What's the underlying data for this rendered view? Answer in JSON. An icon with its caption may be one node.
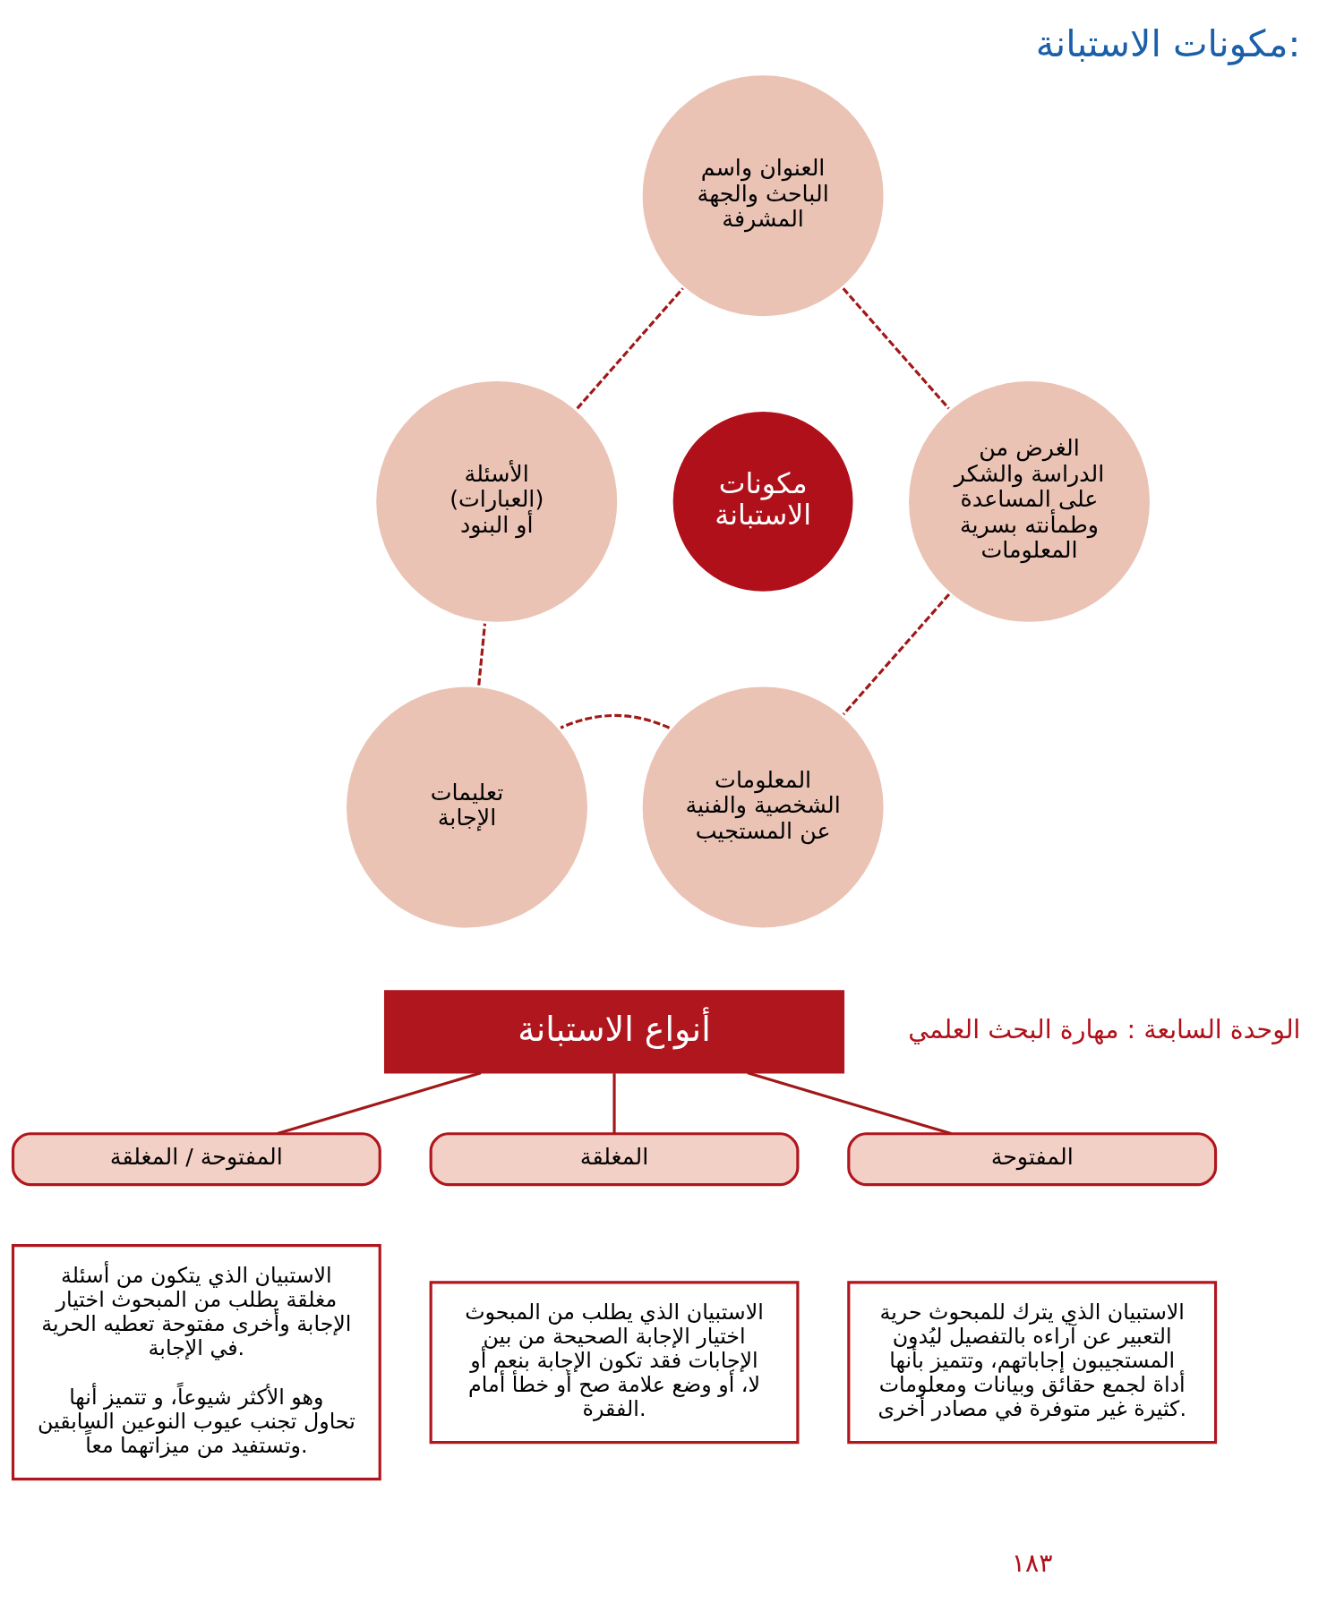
{
  "diagram": {
    "title": "مكونات الاستبانة:",
    "nodes": [
      {
        "text": [
          "مكونات الاستبانة"
        ]
      },
      {
        "text": [
          "العنوان واسم الباحث والجهة المشرفة"
        ]
      },
      {
        "text": [
          "الغرض من الدراسة والشكر على المساعدة وطمأنته بسرية المعلومات"
        ]
      },
      {
        "text": [
          "المعلومات الشخصية والفنية عن المستجيب"
        ]
      },
      {
        "text": [
          "تعليمات الإجابة"
        ]
      },
      {
        "text": [
          "الأسئلة (العبارات) أو البنود"
        ]
      },
      {
        "text": [
          "أنواع الاستبانة"
        ]
      },
      {
        "text": [
          "المفتوحة"
        ]
      },
      {
        "text": [
          "المغلقة"
        ]
      },
      {
        "text": [
          "المفتوحة / المغلقة"
        ]
      },
      {
        "text": [
          "الاستبيان الذي يترك للمبحوث حرية التعبير عن آراءه بالتفصيل ليُدون المستجيبون إجاباتهم، وتتميز بأنها أداة لجمع حقائق وبيانات ومعلومات كثيرة غير متوفرة في مصادر أخرى."
        ]
      },
      {
        "text": [
          "الاستبيان الذي يطلب من المبحوث اختيار الإجابة الصحيحة من بين الإجابات فقد تكون الإجابة بنعم أو لا، أو وضع علامة صح أو خطأ أمام الفقرة."
        ]
      },
      {
        "text": [
          "الاستبيان الذي يتكون من أسئلة مغلقة يطلب من المبحوث اختيار الإجابة وأخرى مفتوحة تعطيه الحرية في الإجابة.",
          "وهو الأكثر شيوعاً، و تتميز أنها تحاول تجنب عيوب النوعين السابقين وتستفيد من ميزاتهما معاً."
        ]
      }
    ],
    "edges": [
      {
        "from": 5,
        "to": 1,
        "arrow": "none",
        "style": "dashed"
      },
      {
        "from": 1,
        "to": 2,
        "arrow": "none",
        "style": "dashed"
      },
      {
        "from": 2,
        "to": 3,
        "arrow": "none",
        "style": "dashed"
      },
      {
        "from": 3,
        "to": 4,
        "arrow": "none",
        "style": "dashed"
      },
      {
        "from": 4,
        "to": 5,
        "arrow": "none",
        "style": "dashed"
      },
      {
        "from": 6,
        "to": 7,
        "arrow": "none"
      },
      {
        "from": 6,
        "to": 8,
        "arrow": "none"
      },
      {
        "from": 6,
        "to": 9,
        "arrow": "none"
      }
    ],
    "labels": [
      "الوحدة السابعة : مهارة البحث العلمي",
      "١٨٣"
    ]
  }
}
